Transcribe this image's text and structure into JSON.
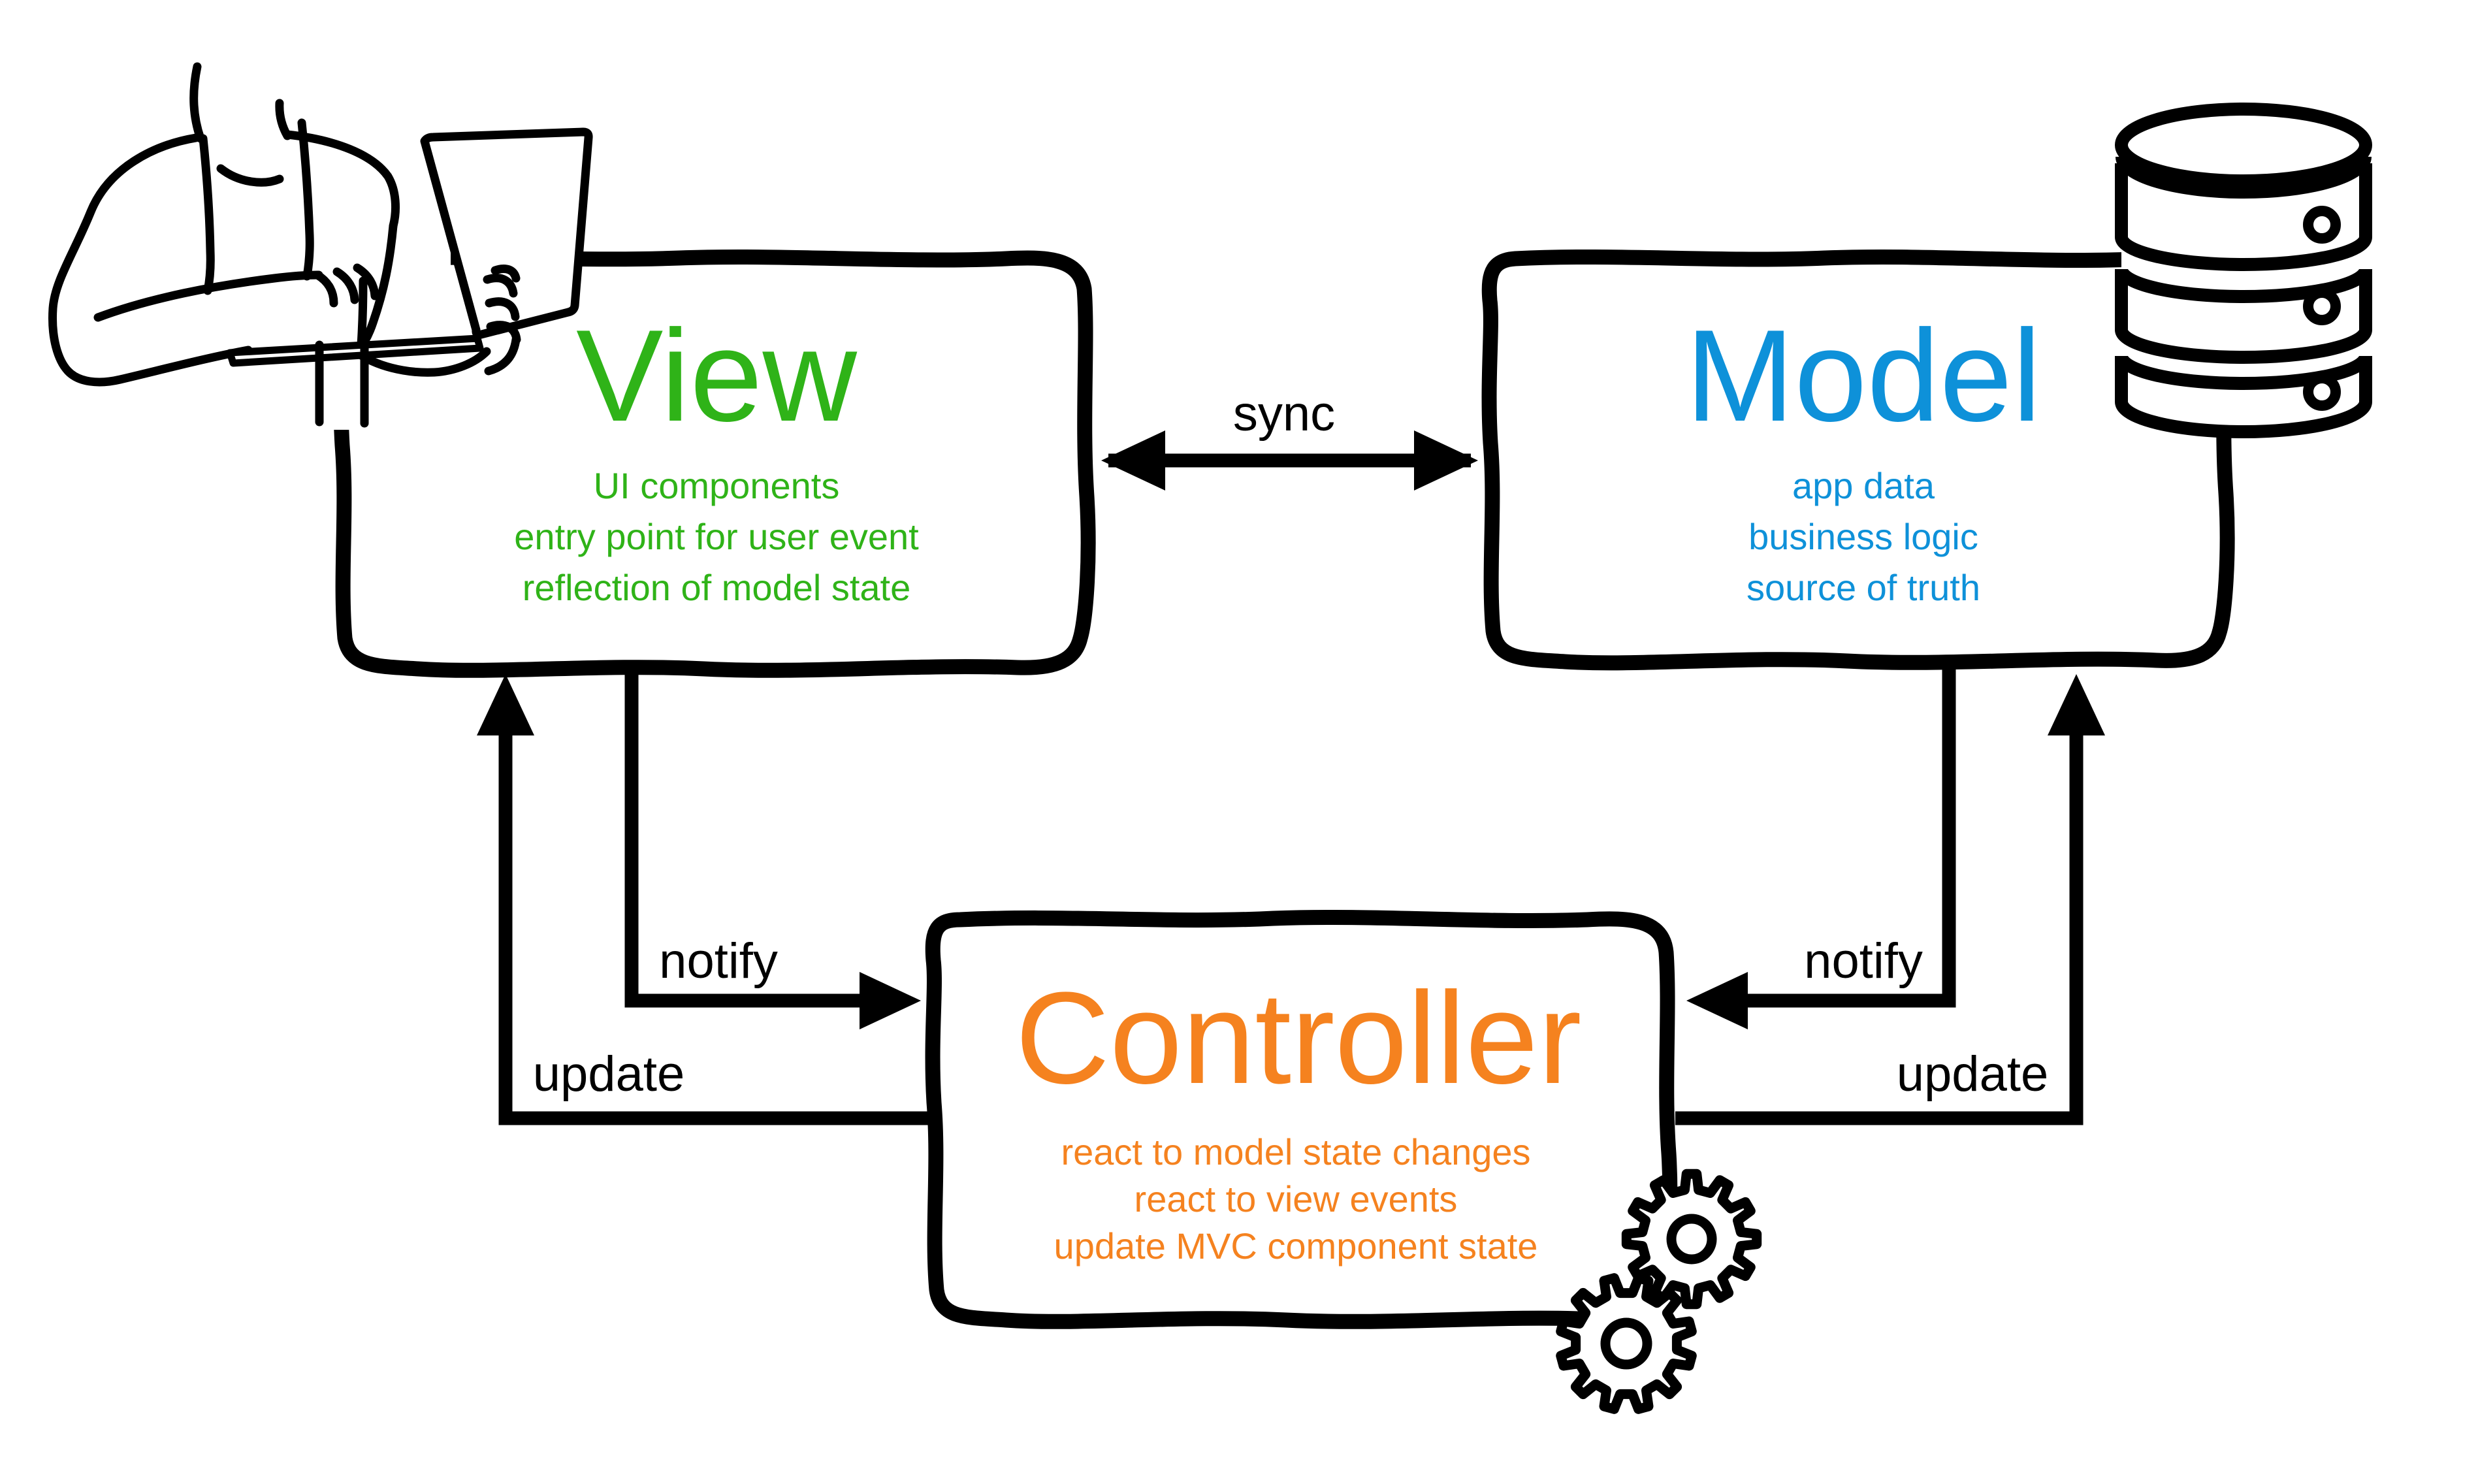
{
  "diagram": {
    "boxes": {
      "view": {
        "title": "View",
        "lines": [
          "UI components",
          "entry point for user event",
          "reflection of model state"
        ],
        "color": "#2fb318"
      },
      "model": {
        "title": "Model",
        "lines": [
          "app data",
          "business logic",
          "source of truth"
        ],
        "color": "#0e91d9"
      },
      "controller": {
        "title": "Controller",
        "lines": [
          "react to model state changes",
          "react to view events",
          "update MVC component state"
        ],
        "color": "#f5821f"
      }
    },
    "arrows": {
      "sync": "sync",
      "view_notify": "notify",
      "view_update": "update",
      "model_notify": "notify",
      "model_update": "update"
    },
    "icons": {
      "view": "person-with-laptop",
      "model": "database",
      "controller": "gears"
    },
    "line_color": "#000000",
    "background": "#ffffff"
  }
}
